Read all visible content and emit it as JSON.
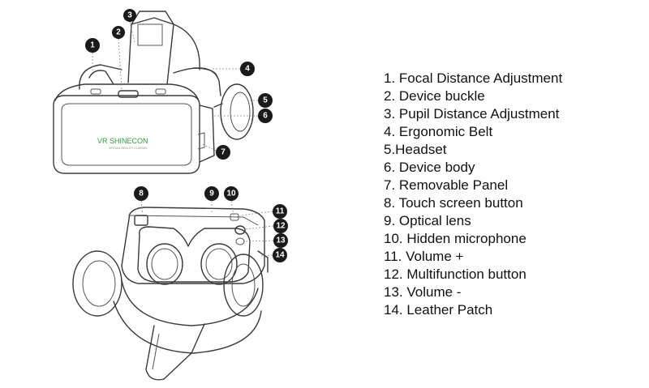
{
  "logo": {
    "brand": "VR SHINECON",
    "subtitle": "VIRTUAL REALITY GLASSES"
  },
  "callouts": [
    {
      "n": "1"
    },
    {
      "n": "2"
    },
    {
      "n": "3"
    },
    {
      "n": "4"
    },
    {
      "n": "5"
    },
    {
      "n": "6"
    },
    {
      "n": "7"
    },
    {
      "n": "8"
    },
    {
      "n": "9"
    },
    {
      "n": "10"
    },
    {
      "n": "11"
    },
    {
      "n": "12"
    },
    {
      "n": "13"
    },
    {
      "n": "14"
    }
  ],
  "legend": [
    "1. Focal Distance Adjustment",
    "2. Device buckle",
    "3. Pupil Distance Adjustment",
    "4. Ergonomic Belt",
    "5.Headset",
    "6. Device body",
    "7. Removable Panel",
    "8. Touch screen button",
    "9. Optical lens",
    "10. Hidden microphone",
    "11. Volume +",
    "12. Multifunction button",
    "13. Volume -",
    "14. Leather Patch"
  ]
}
